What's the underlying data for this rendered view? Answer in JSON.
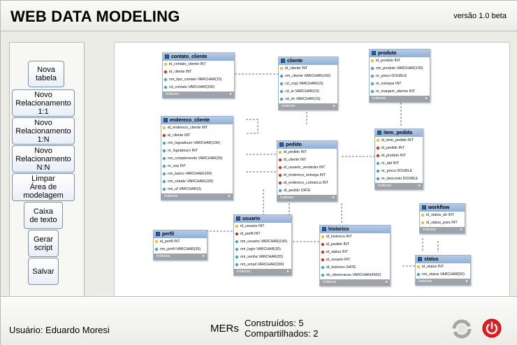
{
  "header": {
    "title": "WEB DATA MODELING",
    "version": "versão 1.0 beta"
  },
  "toolbox": {
    "buttons": [
      {
        "label": "Nova\ntabela"
      },
      {
        "label": "Novo\nRelacionamento\n1:1"
      },
      {
        "label": "Novo\nRelacionamento\n1:N"
      },
      {
        "label": "Novo\nRelacionamento\nN:N"
      },
      {
        "label": "Limpar\nÁrea de\nmodelagem"
      },
      {
        "label": "Caixa\nde texto"
      },
      {
        "label": "Gerar\nscript"
      },
      {
        "label": "Salvar"
      }
    ]
  },
  "diagram": {
    "indexes_label": "Indexes",
    "tables": [
      {
        "name": "contato_cliente",
        "columns": [
          {
            "icon": "key",
            "text": "id_contato_cliente INT"
          },
          {
            "icon": "fk",
            "text": "id_cliente INT"
          },
          {
            "icon": "att",
            "text": "nm_tipo_contato VARCHAR(15)"
          },
          {
            "icon": "att",
            "text": "cd_contato VARCHAR(200)"
          }
        ]
      },
      {
        "name": "cliente",
        "columns": [
          {
            "icon": "key",
            "text": "id_cliente INT"
          },
          {
            "icon": "att",
            "text": "nm_cliente VARCHAR(100)"
          },
          {
            "icon": "att",
            "text": "cd_cnpj VARCHAR(15)"
          },
          {
            "icon": "att",
            "text": "cd_ie VARCHAR(15)"
          },
          {
            "icon": "att",
            "text": "cd_im VARCHAR(15)"
          }
        ]
      },
      {
        "name": "produto",
        "columns": [
          {
            "icon": "key",
            "text": "id_produto INT"
          },
          {
            "icon": "att",
            "text": "nm_produto VARCHAR(100)"
          },
          {
            "icon": "att",
            "text": "nr_preco DOUBLE"
          },
          {
            "icon": "att",
            "text": "nr_estoque INT"
          },
          {
            "icon": "att",
            "text": "nr_margem_alarme INT"
          }
        ]
      },
      {
        "name": "endereco_cliente",
        "columns": [
          {
            "icon": "key",
            "text": "id_endereco_cliente INT"
          },
          {
            "icon": "fk",
            "text": "id_cliente INT"
          },
          {
            "icon": "att",
            "text": "nm_logradouro VARCHAR(100)"
          },
          {
            "icon": "att",
            "text": "nr_logradouro INT"
          },
          {
            "icon": "att",
            "text": "nm_complemento VARCHAR(30)"
          },
          {
            "icon": "att",
            "text": "nr_cep INT"
          },
          {
            "icon": "att",
            "text": "nm_bairro VARCHAR(100)"
          },
          {
            "icon": "att",
            "text": "nm_cidade VARCHAR(100)"
          },
          {
            "icon": "att",
            "text": "nm_uf VARCHAR(2)"
          }
        ]
      },
      {
        "name": "pedido",
        "columns": [
          {
            "icon": "key",
            "text": "id_pedido INT"
          },
          {
            "icon": "fk",
            "text": "id_cliente INT"
          },
          {
            "icon": "fk",
            "text": "id_usuario_vendedor INT"
          },
          {
            "icon": "fk",
            "text": "id_endereco_entrega INT"
          },
          {
            "icon": "fk",
            "text": "id_endereco_cobranca INT"
          },
          {
            "icon": "att",
            "text": "dt_pedido DATE"
          }
        ]
      },
      {
        "name": "item_pedido",
        "columns": [
          {
            "icon": "key",
            "text": "id_item_pedido INT"
          },
          {
            "icon": "fk",
            "text": "id_pedido INT"
          },
          {
            "icon": "fk",
            "text": "id_produto INT"
          },
          {
            "icon": "att",
            "text": "nr_qtd INT"
          },
          {
            "icon": "att",
            "text": "nr_preco DOUBLE"
          },
          {
            "icon": "att",
            "text": "nr_desconto DOUBLE"
          }
        ]
      },
      {
        "name": "workflow",
        "columns": [
          {
            "icon": "key",
            "text": "id_status_de INT"
          },
          {
            "icon": "key",
            "text": "id_status_para INT"
          }
        ]
      },
      {
        "name": "perfil",
        "columns": [
          {
            "icon": "key",
            "text": "id_perfil INT"
          },
          {
            "icon": "att",
            "text": "nm_perfil VARCHAR(30)"
          }
        ]
      },
      {
        "name": "usuario",
        "columns": [
          {
            "icon": "key",
            "text": "id_usuario INT"
          },
          {
            "icon": "fk",
            "text": "id_perfil INT"
          },
          {
            "icon": "att",
            "text": "nm_usuario VARCHAR(100)"
          },
          {
            "icon": "att",
            "text": "nm_login VARCHAR(20)"
          },
          {
            "icon": "att",
            "text": "nm_senha VARCHAR(20)"
          },
          {
            "icon": "att",
            "text": "nm_email VARCHAR(200)"
          }
        ]
      },
      {
        "name": "historico",
        "columns": [
          {
            "icon": "key",
            "text": "id_historico INT"
          },
          {
            "icon": "fk",
            "text": "id_pedido INT"
          },
          {
            "icon": "fk",
            "text": "id_status INT"
          },
          {
            "icon": "fk",
            "text": "id_usuario INT"
          },
          {
            "icon": "att",
            "text": "dt_historico DATE"
          },
          {
            "icon": "att",
            "text": "ds_observacao VARCHAR(4000)"
          }
        ]
      },
      {
        "name": "status",
        "columns": [
          {
            "icon": "key",
            "text": "id_status INT"
          },
          {
            "icon": "att",
            "text": "nm_status VARCHAR(50)"
          }
        ]
      }
    ]
  },
  "footer": {
    "user": "Usuário: Eduardo Moresi",
    "mers_label": "MERs",
    "built": "Construídos: 5",
    "shared": "Compartilhados: 2"
  },
  "colors": {
    "header_bar": "#8fb0d8",
    "key": "#e8c23a",
    "foreign_key": "#c0392b",
    "attribute": "#49a4b6",
    "power": "#e02020"
  }
}
